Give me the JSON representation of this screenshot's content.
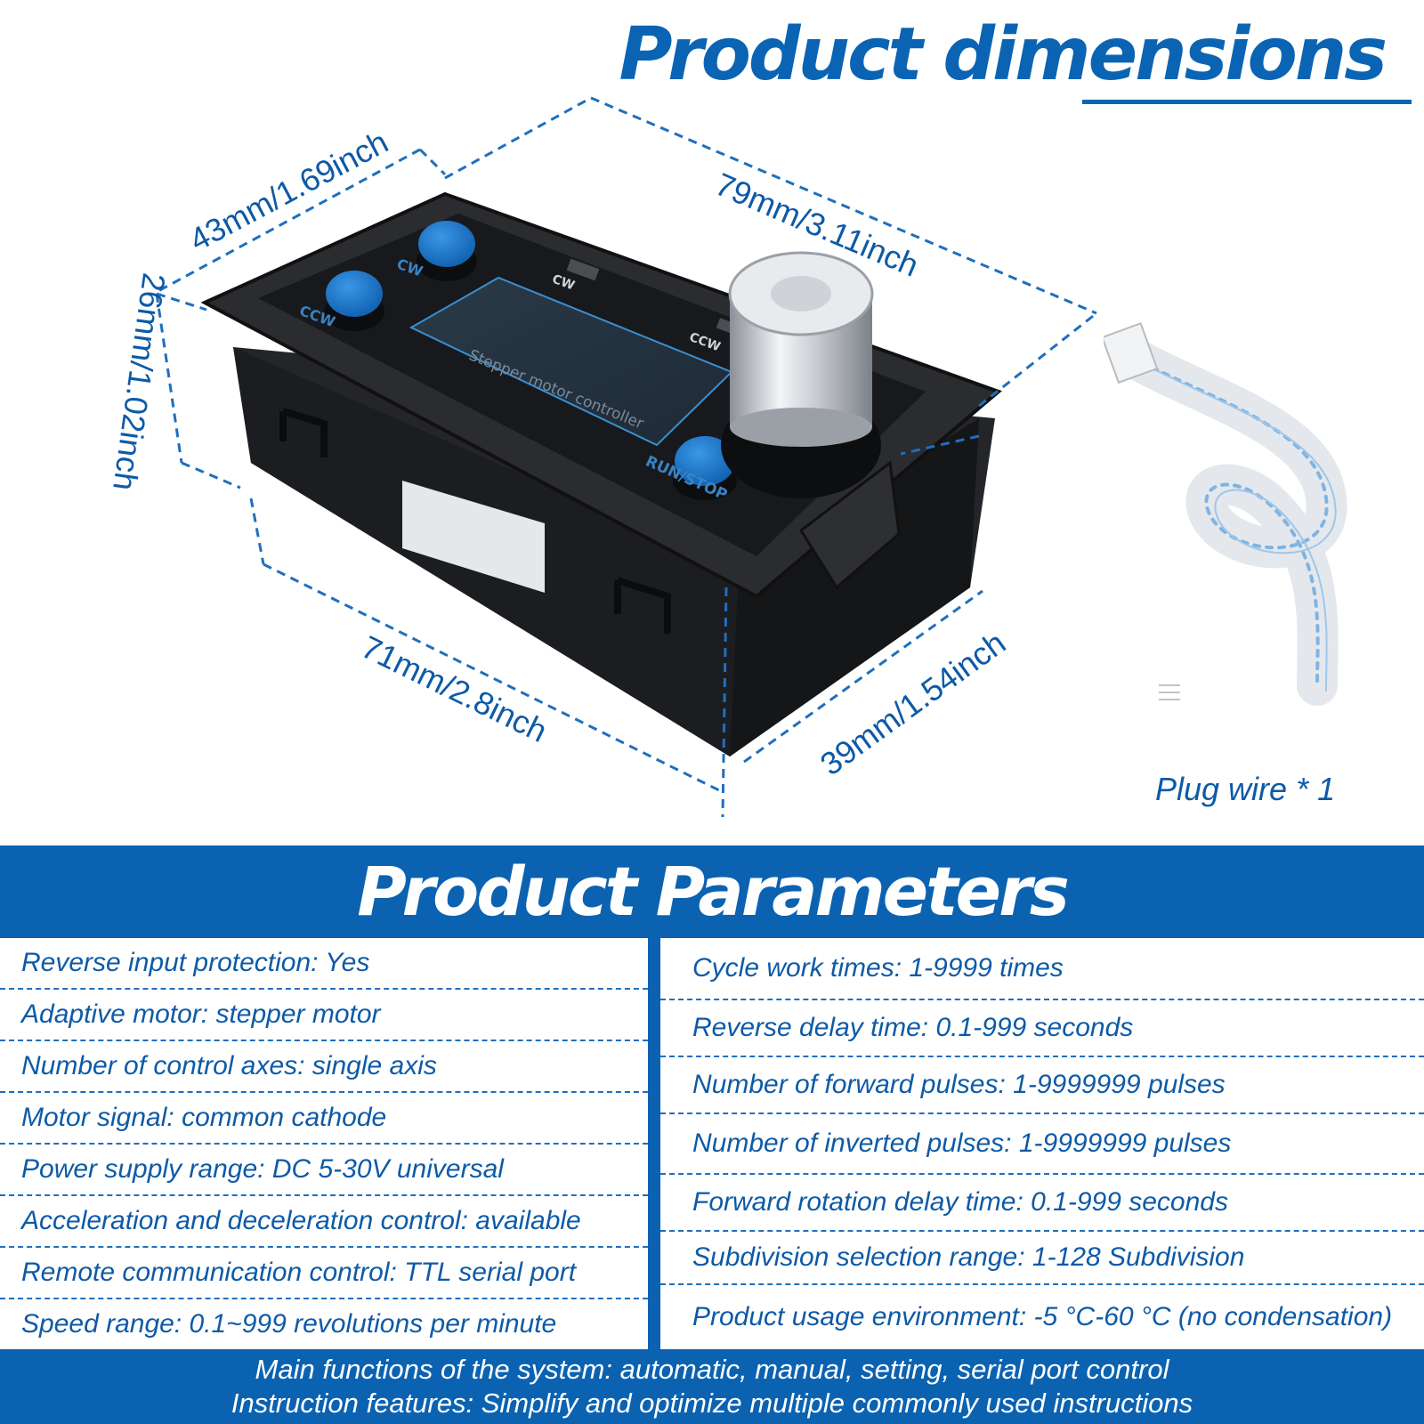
{
  "header": {
    "title": "Product dimensions"
  },
  "dimensions": {
    "width_top": "79mm/3.11inch",
    "depth_top": "43mm/1.69inch",
    "height": "26mm/1.02inch",
    "width_bottom": "71mm/2.8inch",
    "depth_bottom": "39mm/1.54inch"
  },
  "device_labels": {
    "ccw_button": "CCW",
    "cw_button": "CW",
    "cw_led": "CW",
    "ccw_led": "CCW",
    "run_stop_button": "RUN/STOP",
    "panel_text": "Stepper motor controller"
  },
  "accessory": {
    "label": "Plug wire * 1"
  },
  "parameters": {
    "title": "Product Parameters",
    "left": [
      "Reverse input protection: Yes",
      "Adaptive motor: stepper motor",
      "Number of control axes: single axis",
      "Motor signal: common cathode",
      "Power supply range: DC 5-30V universal",
      "Acceleration and deceleration control: available",
      "Remote communication control: TTL serial port",
      "Speed range: 0.1~999 revolutions per minute"
    ],
    "right": [
      "Cycle work times: 1-9999 times",
      "Reverse delay time: 0.1-999 seconds",
      "Number of forward pulses: 1-9999999 pulses",
      "Number of inverted pulses: 1-9999999 pulses",
      "Forward rotation delay time: 0.1-999 seconds",
      "Subdivision selection range: 1-128 Subdivision",
      "Product usage environment: -5 °C-60 °C (no condensation)"
    ]
  },
  "footer": {
    "line1": "Main functions of the system: automatic, manual, setting, serial port control",
    "line2": "Instruction features: Simplify and optimize multiple commonly used instructions"
  },
  "colors": {
    "brand_blue": "#0b62b1",
    "text_blue": "#0d5aa7",
    "device_black": "#1c1e21",
    "button_blue": "#1676c9"
  }
}
